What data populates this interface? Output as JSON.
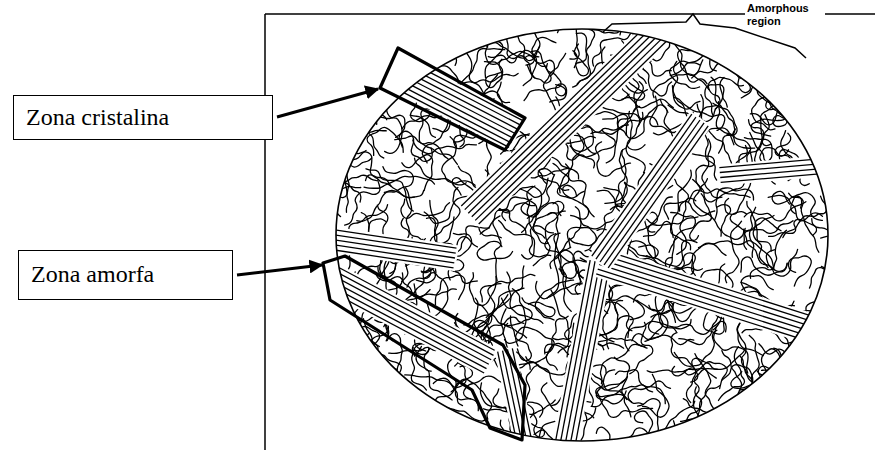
{
  "diagram": {
    "nodes": [
      {
        "text": [
          "Zona cristalina"
        ]
      },
      {
        "text": [
          "Zona amorfa"
        ]
      }
    ],
    "labels": [
      "Amorphous region"
    ]
  }
}
